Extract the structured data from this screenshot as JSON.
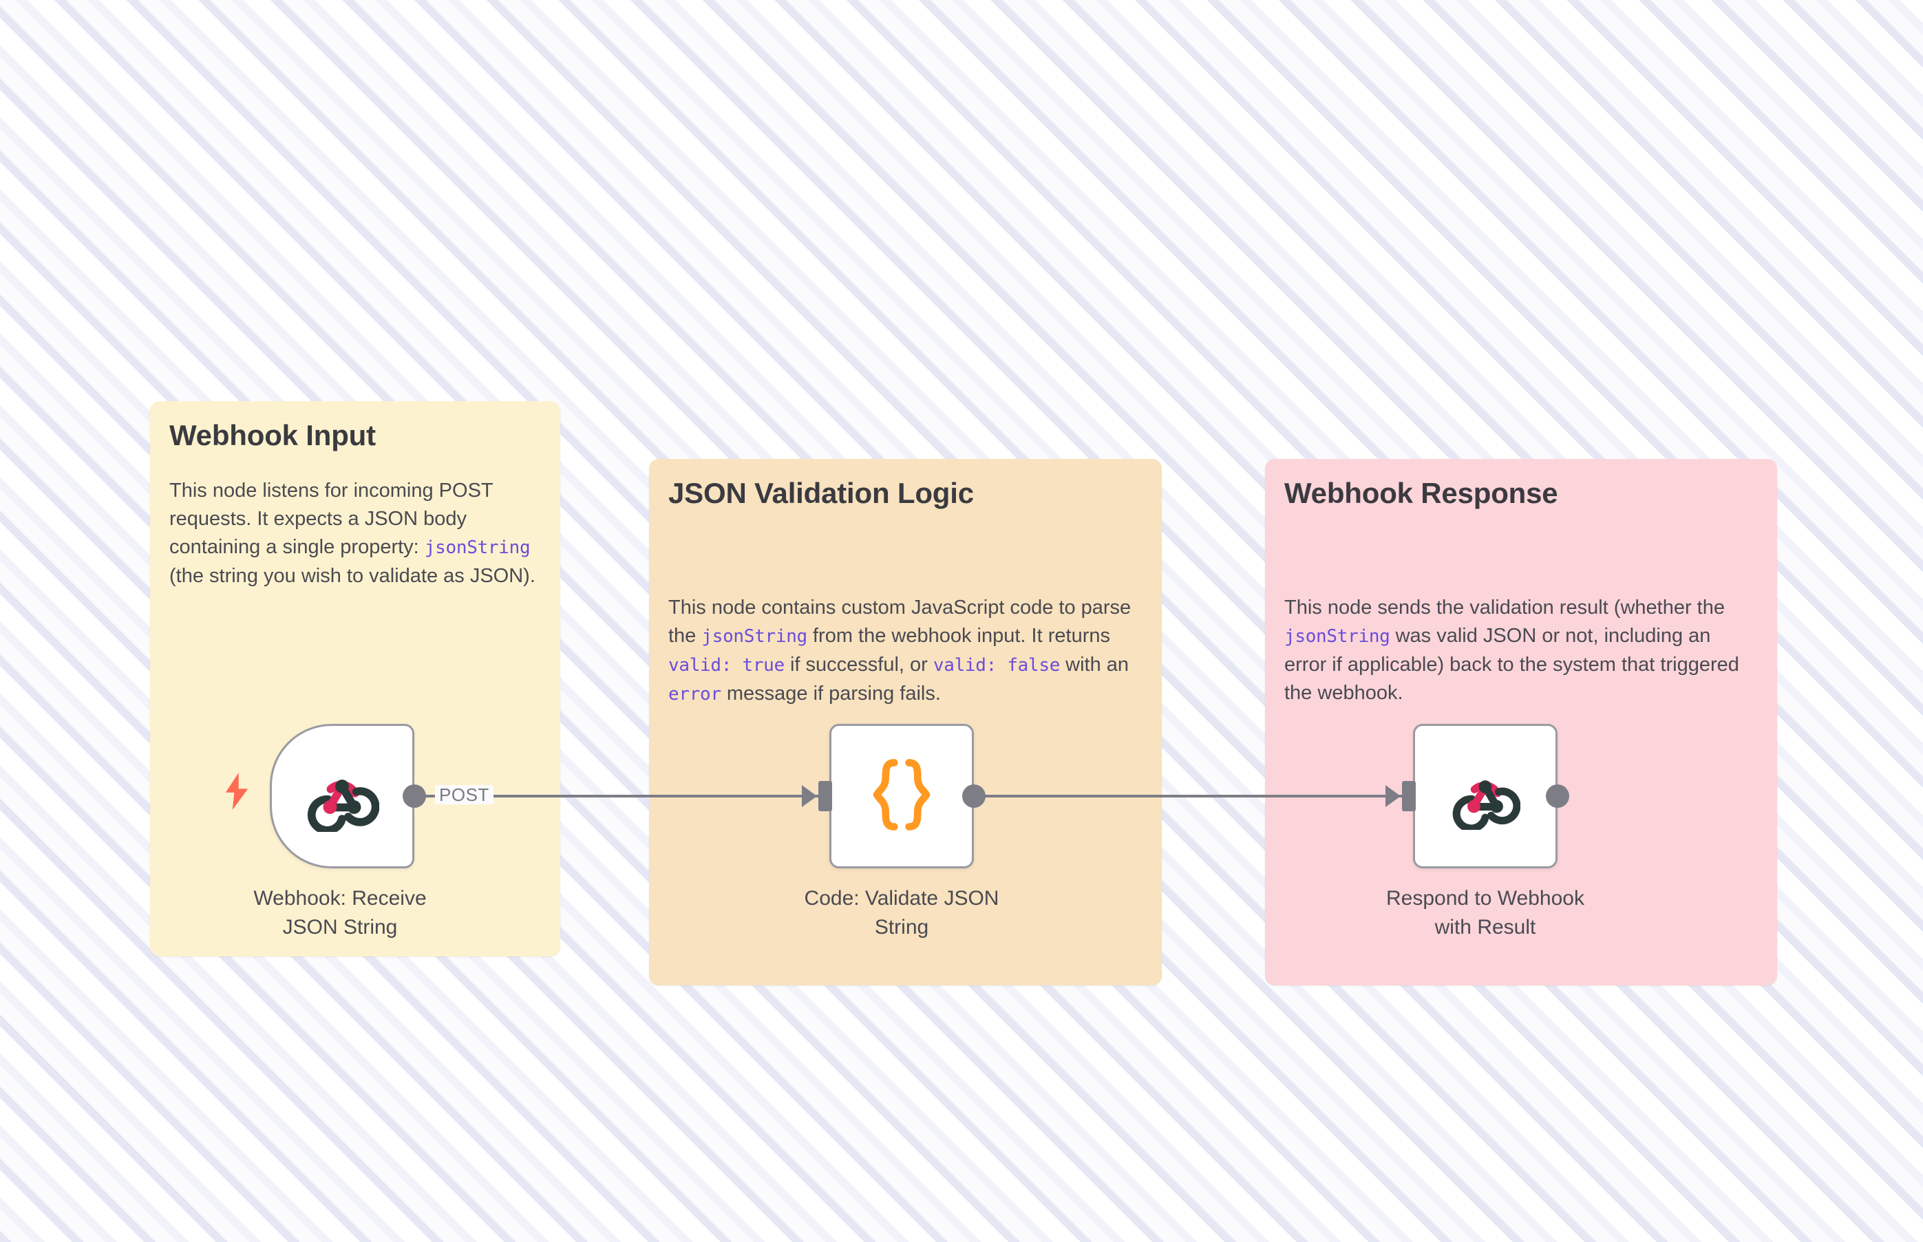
{
  "canvas": {
    "background_stripe_light": "#ffffff",
    "background_stripe_dark": "#e6e7f4"
  },
  "sticky_notes": [
    {
      "id": "webhook-input",
      "title": "Webhook Input",
      "color": "#fdf2cf",
      "body_segments": [
        {
          "text": "This node listens for incoming POST requests. It expects a JSON body containing a single property: ",
          "style": "normal"
        },
        {
          "text": "jsonString",
          "style": "code"
        },
        {
          "text": " (the string you wish to validate as JSON).",
          "style": "normal"
        }
      ]
    },
    {
      "id": "json-validation-logic",
      "title": "JSON Validation Logic",
      "color": "#f8e2bf",
      "body_segments": [
        {
          "text": "This node contains custom JavaScript code to parse the ",
          "style": "normal"
        },
        {
          "text": "jsonString",
          "style": "code"
        },
        {
          "text": " from the webhook input. It returns ",
          "style": "normal"
        },
        {
          "text": "valid: true",
          "style": "code"
        },
        {
          "text": " if successful, or ",
          "style": "normal"
        },
        {
          "text": "valid: false",
          "style": "code"
        },
        {
          "text": " with an ",
          "style": "normal"
        },
        {
          "text": "error",
          "style": "code"
        },
        {
          "text": " message if parsing fails.",
          "style": "normal"
        }
      ]
    },
    {
      "id": "webhook-response",
      "title": "Webhook Response",
      "color": "#fbd5d9",
      "body_segments": [
        {
          "text": "This node sends the validation result (whether the ",
          "style": "normal"
        },
        {
          "text": "jsonString",
          "style": "code"
        },
        {
          "text": " was valid JSON or not, including an error if applicable) back to the system that triggered the webhook.",
          "style": "normal"
        }
      ]
    }
  ],
  "nodes": [
    {
      "id": "webhook-trigger",
      "label": "Webhook: Receive JSON String",
      "icon": "webhook-icon",
      "type": "trigger",
      "has_trigger_bolt": true,
      "icon_colors": {
        "accent": "#e0295d",
        "dark": "#2a3a38"
      }
    },
    {
      "id": "code-node",
      "label": "Code: Validate JSON String",
      "icon": "code-braces-icon",
      "type": "action",
      "has_trigger_bolt": false,
      "icon_colors": {
        "accent": "#ff9922"
      }
    },
    {
      "id": "respond-node",
      "label": "Respond to Webhook with Result",
      "icon": "webhook-icon",
      "type": "action",
      "has_trigger_bolt": false,
      "icon_colors": {
        "accent": "#e0295d",
        "dark": "#2a3a38"
      }
    }
  ],
  "connections": [
    {
      "id": "webhook-to-code",
      "from": "webhook-trigger",
      "to": "code-node",
      "label": "POST"
    },
    {
      "id": "code-to-respond",
      "from": "code-node",
      "to": "respond-node",
      "label": ""
    }
  ]
}
